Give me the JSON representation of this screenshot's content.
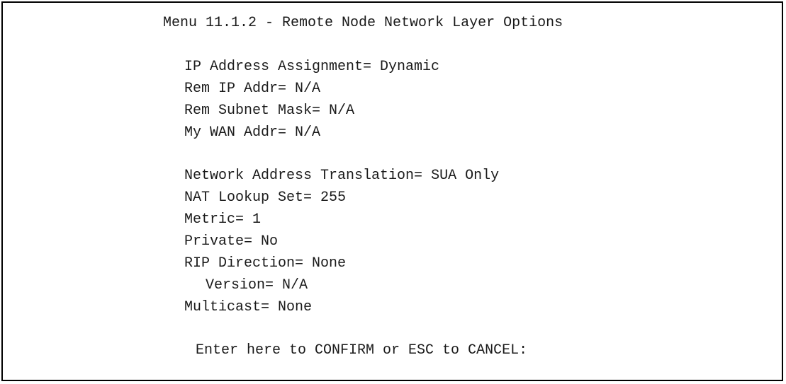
{
  "menu": {
    "title": "Menu 11.1.2 - Remote Node Network Layer Options"
  },
  "fields": [
    {
      "label": "IP Address Assignment= ",
      "value": "Dynamic"
    },
    {
      "label": "Rem IP Addr= ",
      "value": "N/A"
    },
    {
      "label": "Rem Subnet Mask= ",
      "value": "N/A"
    },
    {
      "label": "My WAN Addr= ",
      "value": "N/A"
    },
    {
      "label": "Network Address Translation= ",
      "value": "SUA Only"
    },
    {
      "label": "NAT Lookup Set= ",
      "value": "255"
    },
    {
      "label": "Metric= ",
      "value": "1"
    },
    {
      "label": "Private= ",
      "value": "No"
    },
    {
      "label": "RIP Direction= ",
      "value": "None"
    },
    {
      "label": "Version= ",
      "value": "N/A"
    },
    {
      "label": "Multicast= ",
      "value": "None"
    }
  ],
  "prompt": {
    "text": "Enter here to CONFIRM or ESC to CANCEL:"
  }
}
